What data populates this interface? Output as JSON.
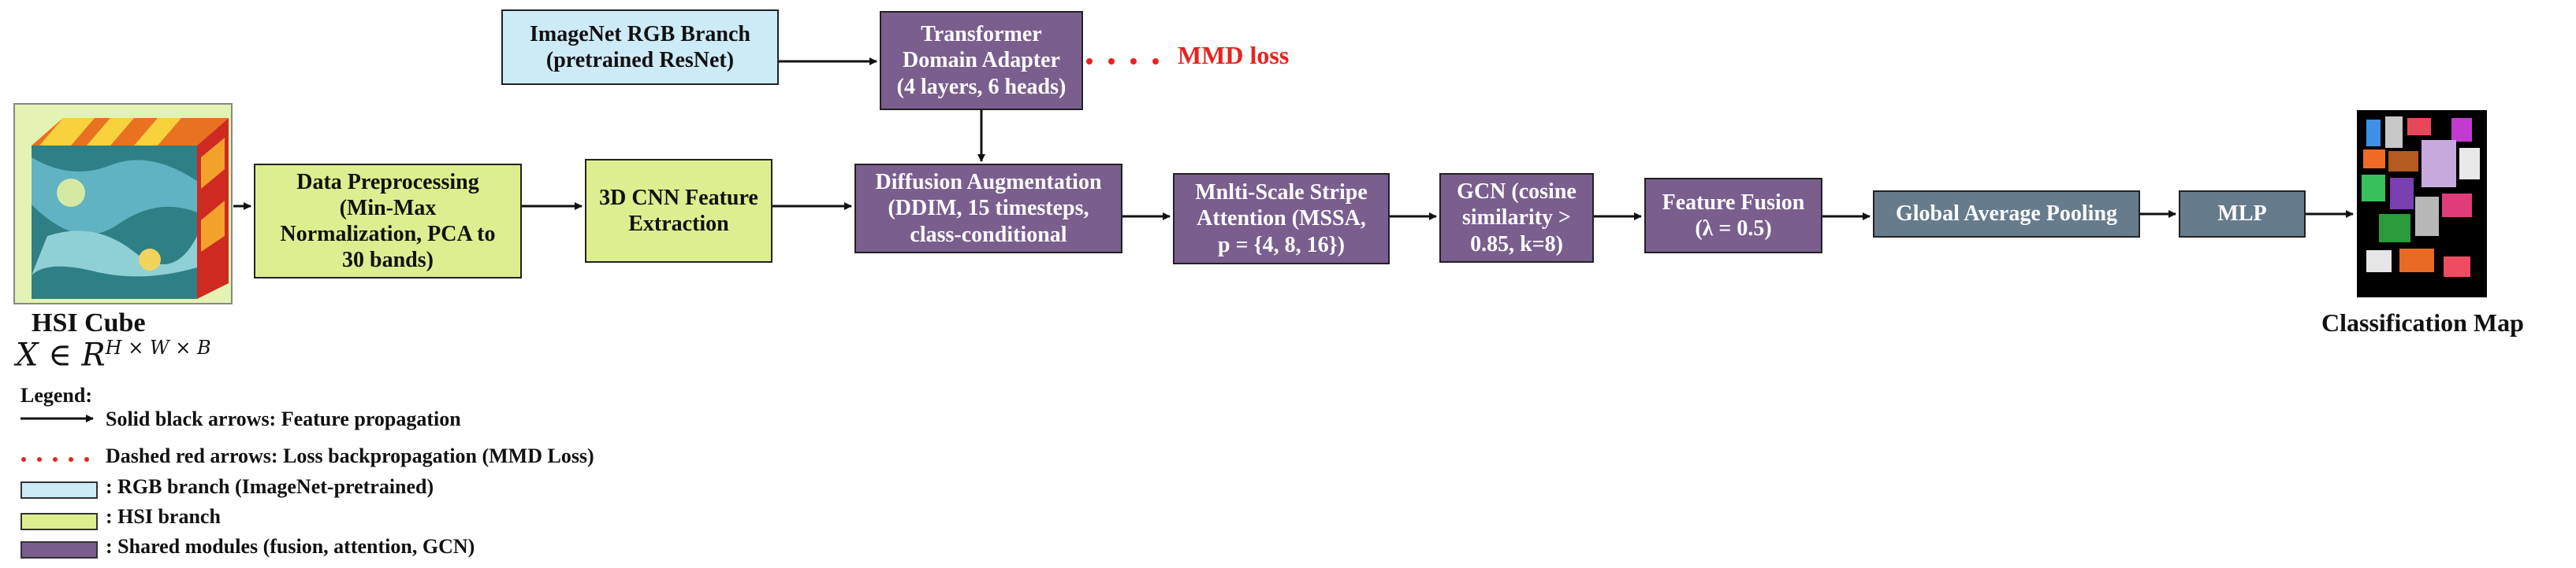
{
  "nodes": {
    "hsi_cube_title": "HSI Cube",
    "hsi_cube_formula_base": "X ∈ R",
    "hsi_cube_formula_sup": "H × W × B",
    "imagenet": "ImageNet RGB Branch\n(pretrained ResNet)",
    "transformer": "Transformer\nDomain Adapter\n(4 layers, 6 heads)",
    "mmd_loss": "MMD loss",
    "preprocess": "Data Preprocessing\n(Min-Max\nNormalization, PCA to\n30 bands)",
    "cnn3d": "3D CNN Feature\nExtraction",
    "diffusion": "Diffusion Augmentation\n(DDIM, 15 timesteps,\nclass-conditional",
    "mssa": "Mnlti-Scale Stripe\nAttention (MSSA,\np = {4, 8, 16})",
    "gcn": "GCN (cosine\nsimilarity >\n0.85, k=8)",
    "fusion": "Feature Fusion\n(λ = 0.5)",
    "gap": "Global Average Pooling",
    "mlp": "MLP",
    "classification_map": "Classification Map"
  },
  "legend": {
    "title": "Legend:",
    "solid": "Solid black arrows: Feature propagation",
    "dashed": "Dashed red arrows: Loss backpropagation (MMD Loss)",
    "rgb": ": RGB branch (ImageNet-pretrained)",
    "hsi": ": HSI branch",
    "shared": ": Shared modules (fusion, attention, GCN)"
  },
  "colors": {
    "hsi_branch": "#dcee8f",
    "rgb_branch": "#cdeaf7",
    "shared": "#7a5e8e",
    "pooling": "#667b8c",
    "loss": "#e8231e",
    "arrow": "#111111"
  }
}
